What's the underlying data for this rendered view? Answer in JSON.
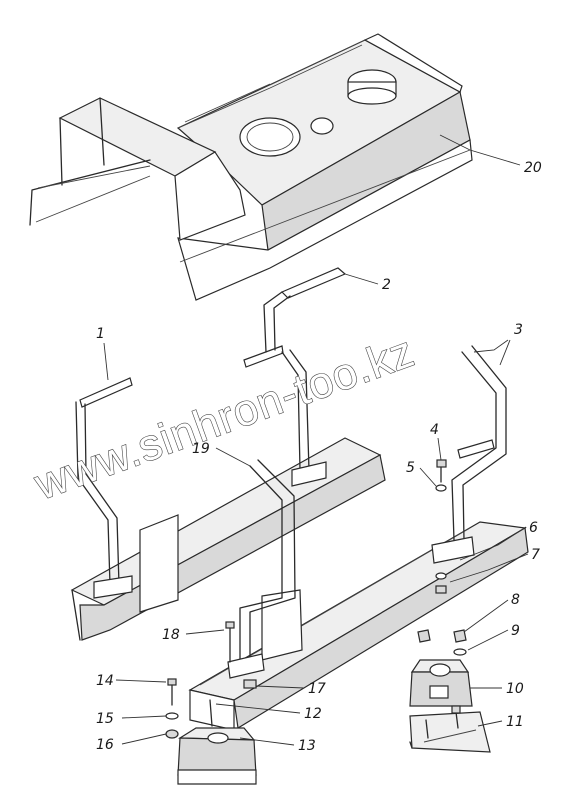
{
  "watermark": "www.sinhron-too.kz",
  "callouts": {
    "c1": "1",
    "c2": "2",
    "c3": "3",
    "c4": "4",
    "c5": "5",
    "c6": "6",
    "c7": "7",
    "c8": "8",
    "c9": "9",
    "c10": "10",
    "c11": "11",
    "c12": "12",
    "c13": "13",
    "c14": "14",
    "c15": "15",
    "c16": "16",
    "c17": "17",
    "c18": "18",
    "c19": "19",
    "c20": "20"
  }
}
